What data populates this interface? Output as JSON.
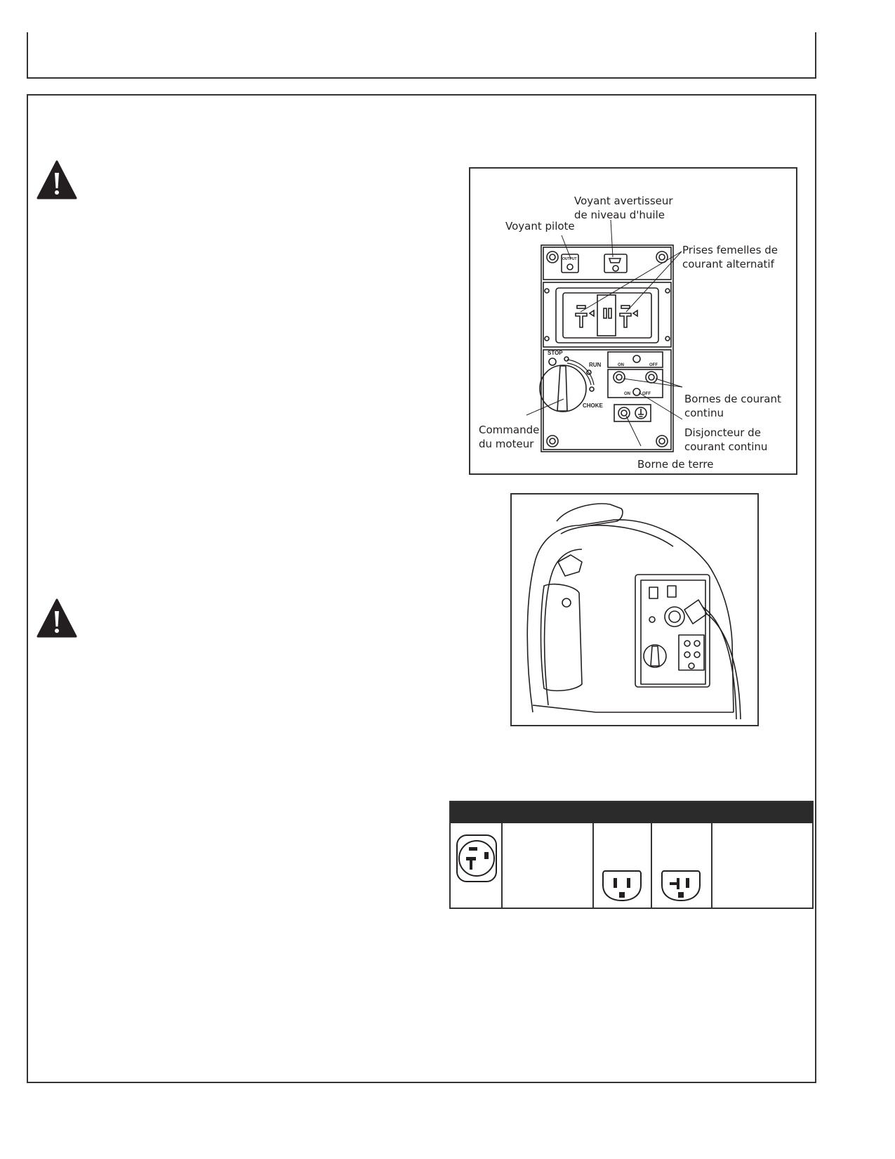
{
  "callouts": {
    "pilot_light": "Voyant pilote",
    "oil_warning": [
      "Voyant avertisseur",
      "de niveau d'huile"
    ],
    "ac_outlets": [
      "Prises femelles de",
      "courant alternatif"
    ],
    "dc_terminals": [
      "Bornes de courant",
      "continu"
    ],
    "dc_breaker": [
      "Disjoncteur de",
      "courant continu"
    ],
    "engine_control": [
      "Commande",
      "du moteur"
    ],
    "ground_terminal": "Borne de terre"
  },
  "panel_labels": {
    "output": "OUTPUT",
    "stop": "STOP",
    "run": "RUN",
    "choke": "CHOKE",
    "on": "ON",
    "off": "OFF"
  },
  "colors": {
    "ink": "#231f20",
    "table_header": "#2b2b2b"
  },
  "icons": [
    "warning-triangle-icon",
    "twist-lock-outlet-icon",
    "standard-outlet-icon",
    "tandem-outlet-icon"
  ]
}
